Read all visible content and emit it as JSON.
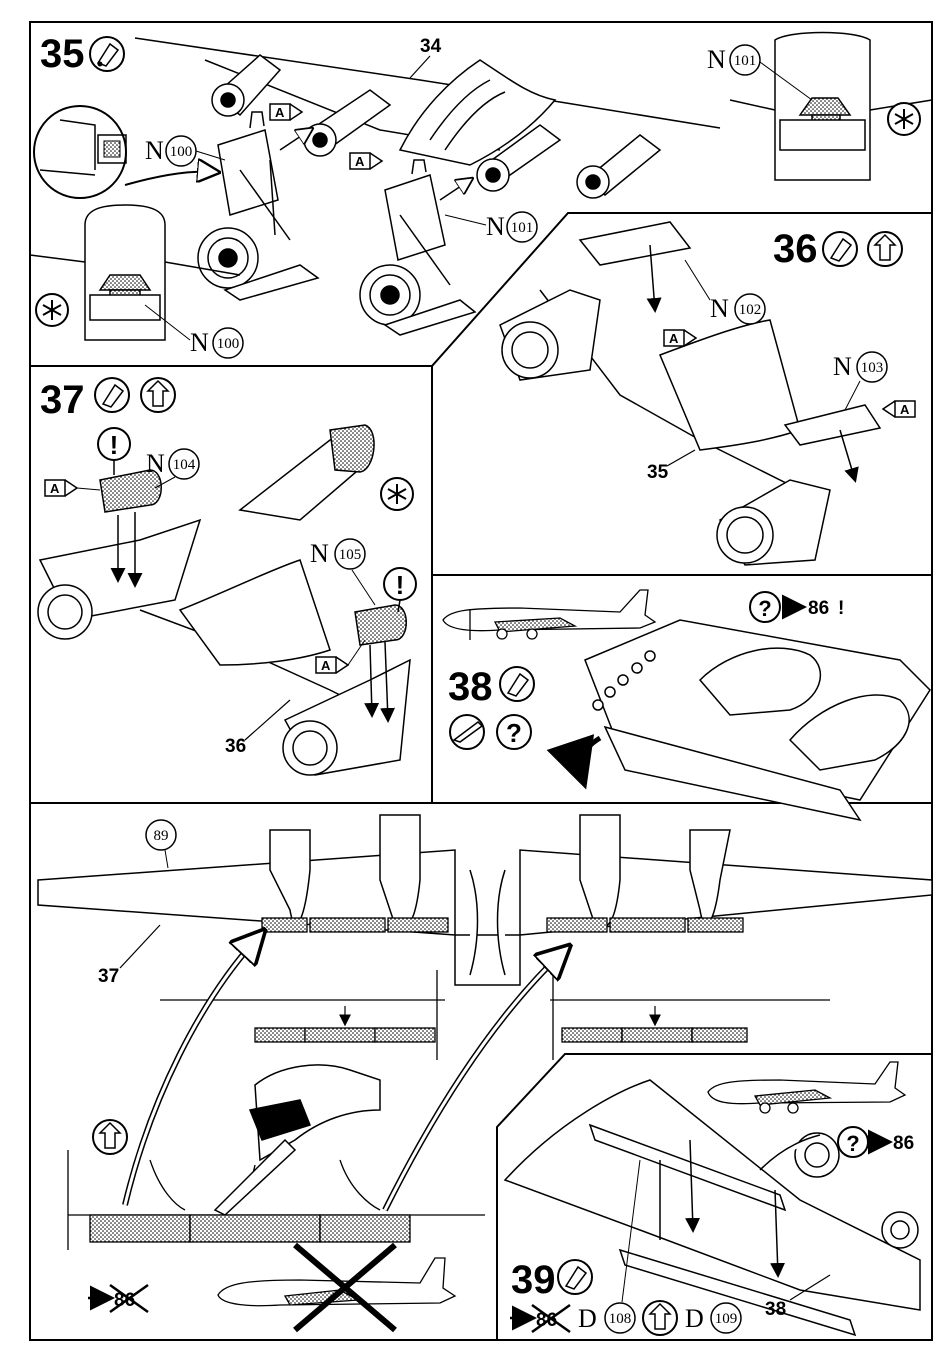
{
  "step35": {
    "number": "35",
    "callout_34": "34",
    "n100_prefix": "N",
    "n100": "100",
    "n101_prefix": "N",
    "n101": "101",
    "tag_a": "A"
  },
  "step36": {
    "number": "36",
    "n102_prefix": "N",
    "n102": "102",
    "n103_prefix": "N",
    "n103": "103",
    "callout_35": "35",
    "tag_a": "A"
  },
  "step37": {
    "number": "37",
    "n104_prefix": "N",
    "n104": "104",
    "n105_prefix": "N",
    "n105": "105",
    "callout_36": "36",
    "excl": "!",
    "tag_a": "A"
  },
  "step38": {
    "number": "38",
    "help_ref": "86",
    "help_excl": "!",
    "question": "?"
  },
  "step_wing": {
    "callout_89": "89",
    "callout_37": "37",
    "not_ref": "86"
  },
  "step39": {
    "number": "39",
    "help_ref": "86",
    "not_ref": "86",
    "d108_prefix": "D",
    "d108": "108",
    "d109_prefix": "D",
    "d109": "109",
    "callout_38": "38",
    "question": "?"
  }
}
